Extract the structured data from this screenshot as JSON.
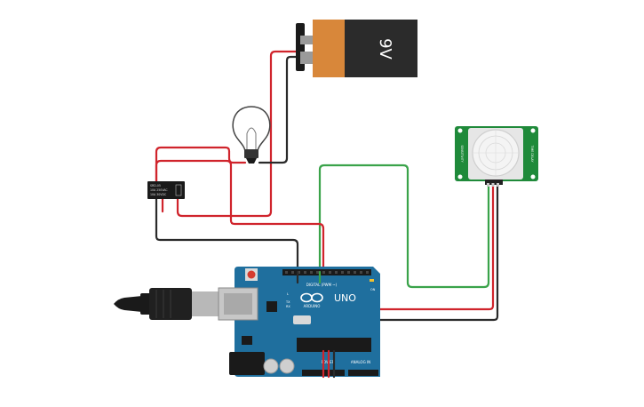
{
  "battery": {
    "label": "9V",
    "body_color": "#2b2b2b",
    "cap_color": "#d8873a"
  },
  "relay": {
    "lines": [
      "SRD-05",
      "10A 250VAC",
      "10A 30VDC"
    ]
  },
  "pir_sensor": {
    "board_color": "#1f8a3a",
    "left_text": "SENSITIVITY",
    "right_text": "TIME DELAY"
  },
  "arduino": {
    "logo_text": "ARDUINO",
    "model": "UNO",
    "digital_header": "DIGITAL (PWM ~)",
    "power_header": "POWER",
    "analog_header": "ANALOG IN",
    "board_color": "#1f6f9e",
    "tx_label": "TX",
    "rx_label": "RX",
    "on_label": "ON",
    "l_label": "L"
  },
  "wires": {
    "red": "#d0242c",
    "black": "#2a2a2a",
    "green": "#3aa34a"
  }
}
